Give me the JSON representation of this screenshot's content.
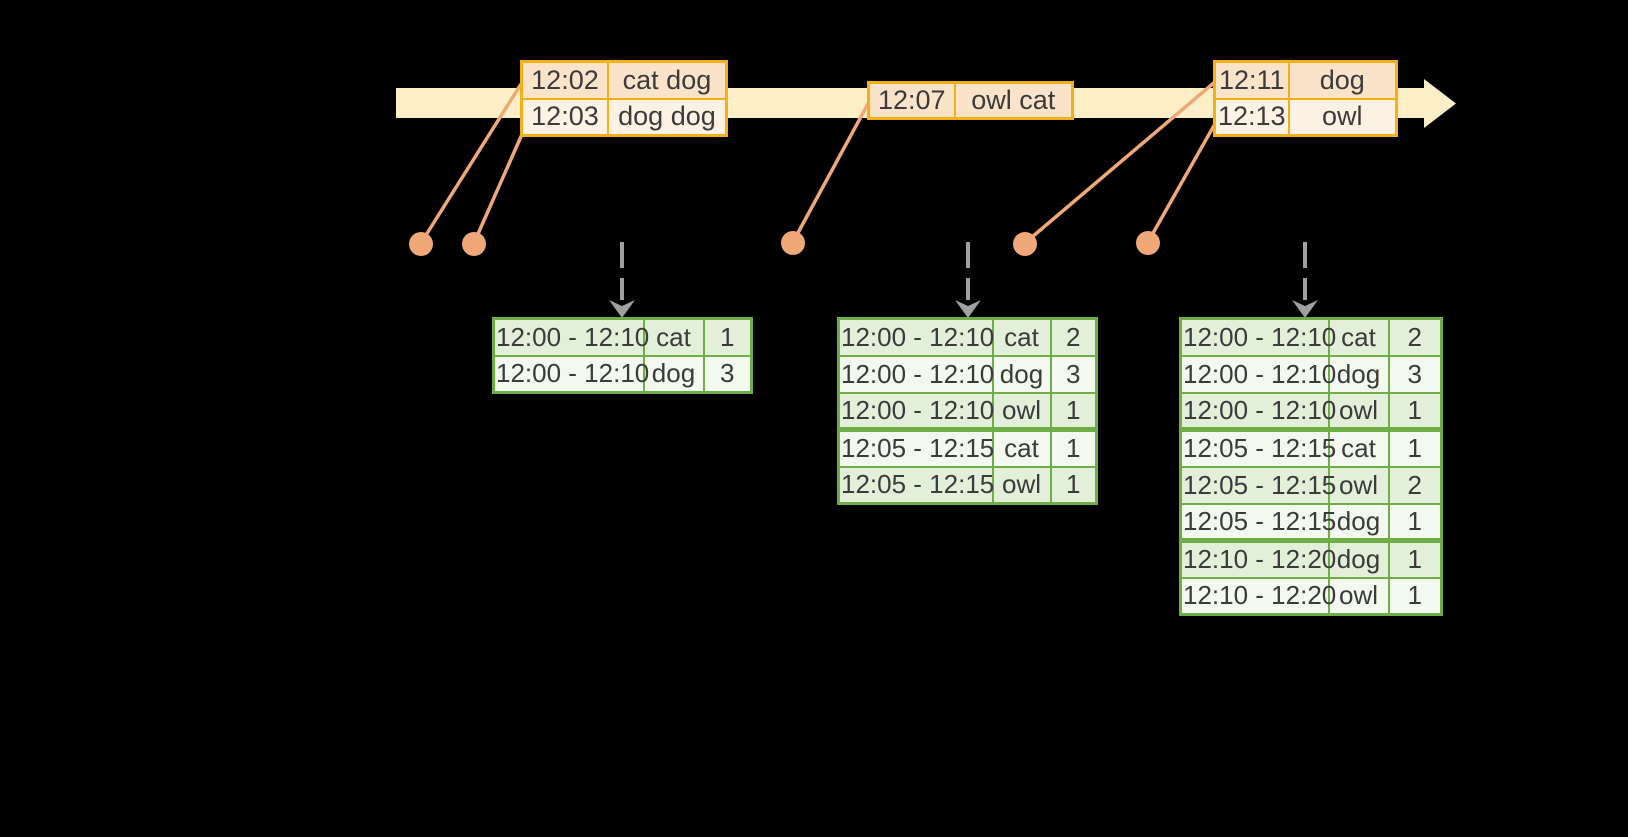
{
  "colors": {
    "bg": "#000000",
    "timeline_fill": "#fcefc7",
    "event_border": "#f5b113",
    "event_row_dark": "#fbe3ca",
    "event_row_light": "#fdf2e3",
    "dot": "#f0a878",
    "connector": "#f0a878",
    "trigger_arrow": "#a0a0a0",
    "result_border": "#6fad47",
    "result_row_dark": "#e2efd9",
    "result_row_light": "#f4f9f0",
    "text": "#3b3b3b"
  },
  "timeline": {
    "event_tables": [
      {
        "id": "ev1",
        "rows": [
          {
            "time": "12:02",
            "words": "cat dog"
          },
          {
            "time": "12:03",
            "words": "dog dog"
          }
        ]
      },
      {
        "id": "ev2",
        "rows": [
          {
            "time": "12:07",
            "words": "owl cat"
          }
        ]
      },
      {
        "id": "ev3",
        "rows": [
          {
            "time": "12:11",
            "words": "dog"
          },
          {
            "time": "12:13",
            "words": "owl"
          }
        ]
      }
    ]
  },
  "result_tables": [
    {
      "id": "resA",
      "rows": [
        {
          "window": "12:00 - 12:10",
          "word": "cat",
          "count": "1"
        },
        {
          "window": "12:00 - 12:10",
          "word": "dog",
          "count": "3"
        }
      ]
    },
    {
      "id": "resB",
      "rows": [
        {
          "window": "12:00 - 12:10",
          "word": "cat",
          "count": "2"
        },
        {
          "window": "12:00 - 12:10",
          "word": "dog",
          "count": "3"
        },
        {
          "window": "12:00 - 12:10",
          "word": "owl",
          "count": "1"
        },
        {
          "window": "12:05 - 12:15",
          "word": "cat",
          "count": "1"
        },
        {
          "window": "12:05 - 12:15",
          "word": "owl",
          "count": "1"
        }
      ]
    },
    {
      "id": "resC",
      "rows": [
        {
          "window": "12:00 - 12:10",
          "word": "cat",
          "count": "2"
        },
        {
          "window": "12:00 - 12:10",
          "word": "dog",
          "count": "3"
        },
        {
          "window": "12:00 - 12:10",
          "word": "owl",
          "count": "1"
        },
        {
          "window": "12:05 - 12:15",
          "word": "cat",
          "count": "1"
        },
        {
          "window": "12:05 - 12:15",
          "word": "owl",
          "count": "2"
        },
        {
          "window": "12:05 - 12:15",
          "word": "dog",
          "count": "1"
        },
        {
          "window": "12:10 - 12:20",
          "word": "dog",
          "count": "1"
        },
        {
          "window": "12:10 - 12:20",
          "word": "owl",
          "count": "1"
        }
      ]
    }
  ]
}
